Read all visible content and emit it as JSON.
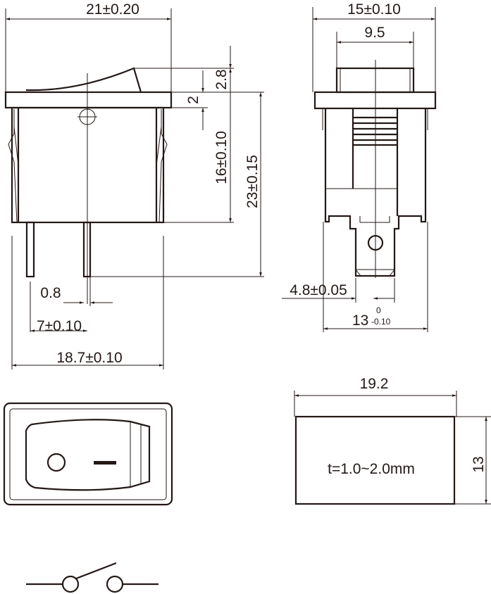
{
  "side_view": {
    "width": "21±0.20",
    "rocker_height": "2.8",
    "flange_thickness": "2",
    "body_height": "16±0.10",
    "total_height": "23±0.15",
    "pin_thickness": "0.8",
    "pin_spacing": "7±0.10",
    "body_width": "18.7±0.10"
  },
  "front_view": {
    "width": "15±0.10",
    "rocker_width": "9.5",
    "terminal_width": "4.8±0.05",
    "body_width_main": "13",
    "body_width_upper_tol": "0",
    "body_width_lower_tol": "-0.10"
  },
  "panel_cutout": {
    "width": "19.2",
    "height": "13",
    "thickness": "t=1.0~2.0mm"
  },
  "colors": {
    "line": "#231815"
  }
}
